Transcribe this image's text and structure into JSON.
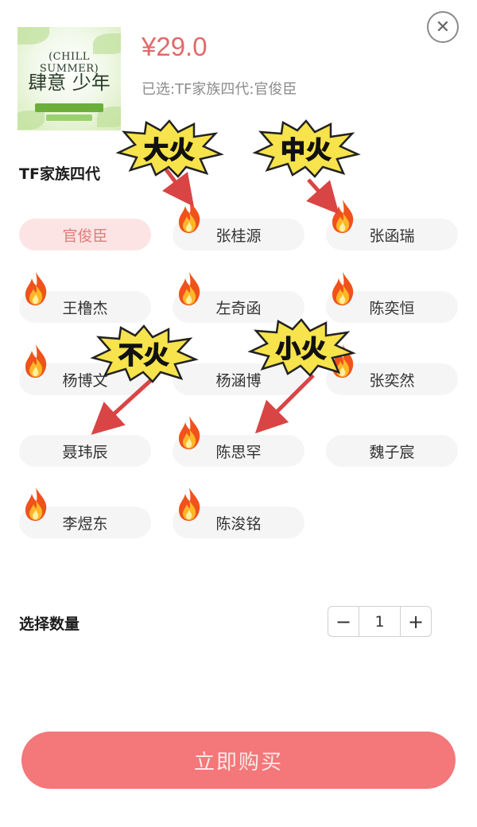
{
  "product": {
    "price": "¥29.0",
    "selected_text": "已选:TF家族四代:官俊臣",
    "image": {
      "line1": "(CHILL SUMMER)",
      "line2": "肆意 少年"
    }
  },
  "group": {
    "title": "TF家族四代"
  },
  "options": [
    {
      "label": "官俊臣",
      "selected": true,
      "flame": false
    },
    {
      "label": "张桂源",
      "selected": false,
      "flame": true
    },
    {
      "label": "张函瑞",
      "selected": false,
      "flame": true
    },
    {
      "label": "王橹杰",
      "selected": false,
      "flame": true
    },
    {
      "label": "左奇函",
      "selected": false,
      "flame": true
    },
    {
      "label": "陈奕恒",
      "selected": false,
      "flame": true
    },
    {
      "label": "杨博文",
      "selected": false,
      "flame": true
    },
    {
      "label": "杨涵博",
      "selected": false,
      "flame": false
    },
    {
      "label": "张奕然",
      "selected": false,
      "flame": true
    },
    {
      "label": "聂玮辰",
      "selected": false,
      "flame": false
    },
    {
      "label": "陈思罕",
      "selected": false,
      "flame": true
    },
    {
      "label": "魏子宸",
      "selected": false,
      "flame": false
    },
    {
      "label": "李煜东",
      "selected": false,
      "flame": true
    },
    {
      "label": "陈浚铭",
      "selected": false,
      "flame": true
    }
  ],
  "stickers": {
    "big": "大火",
    "medium": "中火",
    "none": "不火",
    "small": "小火"
  },
  "quantity": {
    "label": "选择数量",
    "minus": "−",
    "value": "1",
    "plus": "+"
  },
  "buy_button": "立即购买",
  "close_icon": "close-icon",
  "colors": {
    "price": "#e06a6a",
    "selected_bg": "#fde4e4",
    "buy_bg": "#f47779",
    "sticker_fill": "#f7e34b",
    "arrow": "#d94545"
  }
}
